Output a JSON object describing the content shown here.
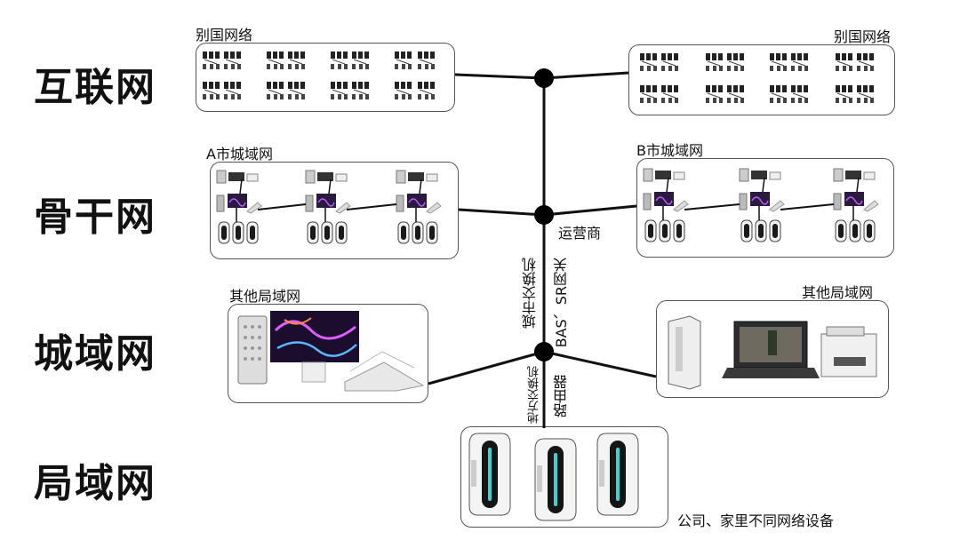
{
  "tiers": {
    "internet": "互联网",
    "backbone": "骨干网",
    "metro": "城域网",
    "lan": "局域网"
  },
  "internet": {
    "left_label": "别国网络",
    "right_label": "别国网络"
  },
  "backbone": {
    "left_label": "A市城域网",
    "right_label": "B市城域网",
    "operator_label": "运营商"
  },
  "metro": {
    "left_label": "其他局域网",
    "right_label": "其他局域网",
    "switch_label": "城市交换机",
    "gateway_label": "BAS、SR网关"
  },
  "lan": {
    "local_switch_label": "地方交换机",
    "router_label": "路由器",
    "devices_label": "公司、家里不同网络设备"
  }
}
